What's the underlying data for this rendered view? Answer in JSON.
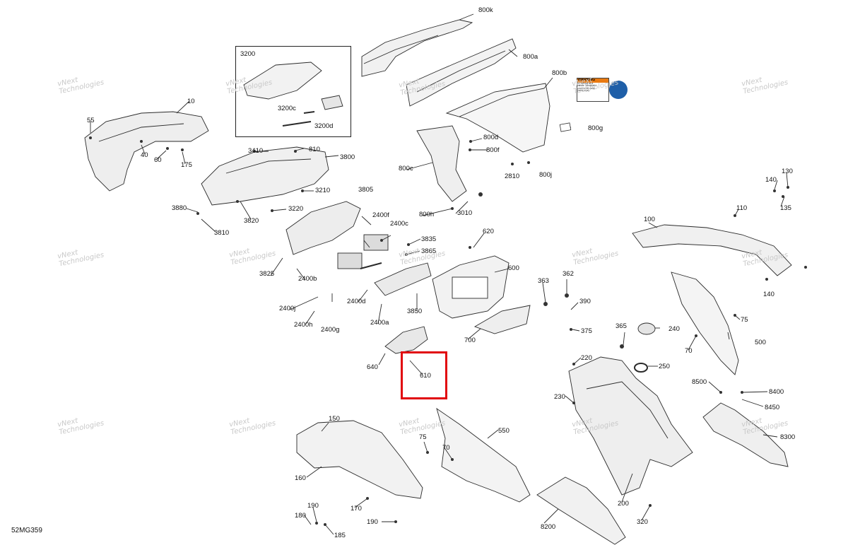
{
  "diagram": {
    "code": "52MG359",
    "watermark": {
      "line1": "vNext",
      "line2": "Technologies"
    },
    "warning_label": {
      "title": "WARNING",
      "lines": [
        "Do not use as a",
        "handle. Windshield",
        "could break away",
        "cause injury"
      ]
    },
    "highlight_color": "#e1060e",
    "callouts": [
      "800k",
      "800a",
      "800b",
      "3200",
      "3200c",
      "3200d",
      "10",
      "55",
      "40",
      "60",
      "175",
      "3410",
      "810",
      "3800",
      "800d",
      "800f",
      "800c",
      "2810",
      "800j",
      "800g",
      "800h",
      "3010",
      "3210",
      "3880",
      "3220",
      "3810",
      "3820",
      "3805",
      "2400f",
      "2400c",
      "3835",
      "3865",
      "620",
      "600",
      "130",
      "140",
      "135",
      "110",
      "100",
      "3825",
      "2400b",
      "2400d",
      "3850",
      "2400a",
      "2400j",
      "2400h",
      "2400g",
      "363",
      "362",
      "390",
      "375",
      "365",
      "240",
      "75",
      "70",
      "500",
      "140",
      "640",
      "610",
      "700",
      "220",
      "250",
      "230",
      "8500",
      "8400",
      "8450",
      "150",
      "550",
      "75",
      "70",
      "8300",
      "160",
      "170",
      "190",
      "180",
      "185",
      "190",
      "200",
      "8200",
      "320"
    ]
  }
}
